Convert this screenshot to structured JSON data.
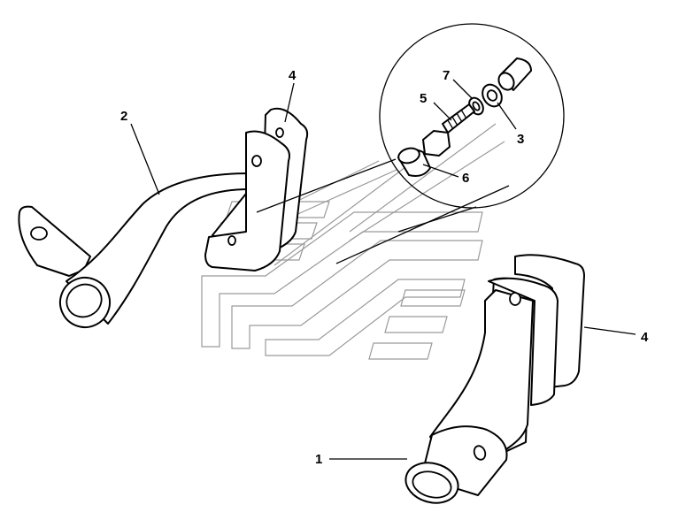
{
  "callouts": [
    {
      "id": "c1",
      "text": "1"
    },
    {
      "id": "c2",
      "text": "2"
    },
    {
      "id": "c3",
      "text": "3"
    },
    {
      "id": "c4a",
      "text": "4"
    },
    {
      "id": "c4b",
      "text": "4"
    },
    {
      "id": "c5",
      "text": "5"
    },
    {
      "id": "c6",
      "text": "6"
    },
    {
      "id": "c7",
      "text": "7"
    }
  ]
}
